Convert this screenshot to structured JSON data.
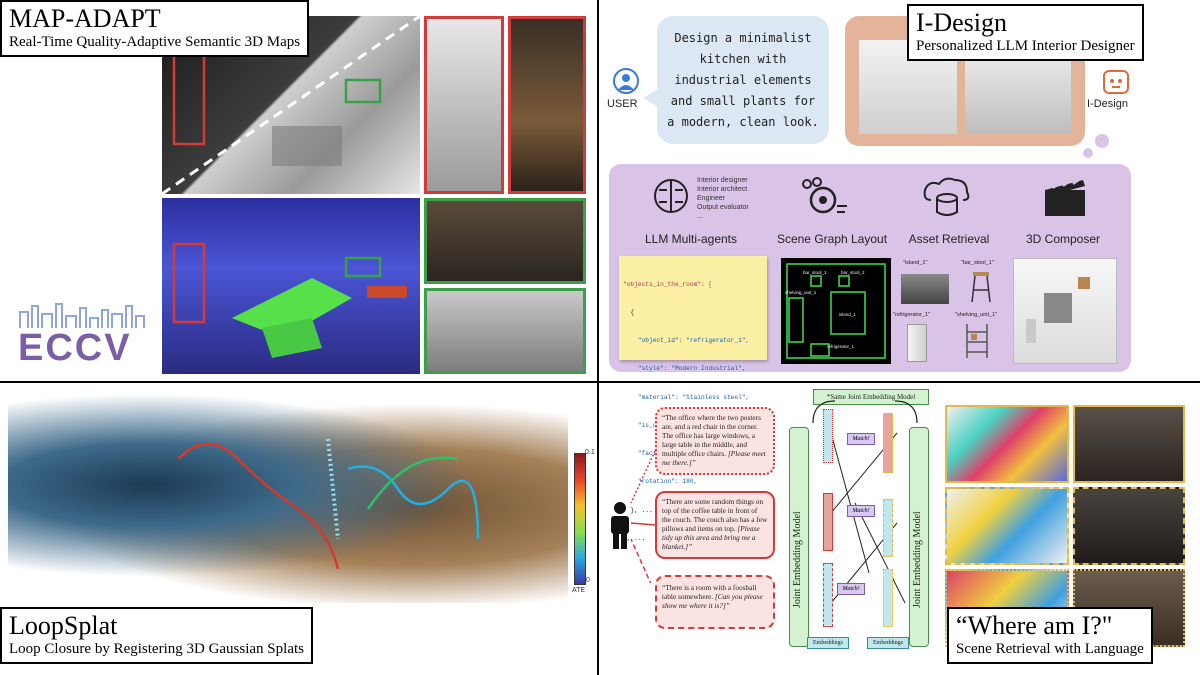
{
  "panels": {
    "map_adapt": {
      "title": "MAP-ADAPT",
      "subtitle": "Real-Time Quality-Adaptive Semantic 3D Maps"
    },
    "i_design": {
      "title": "I-Design",
      "subtitle": "Personalized LLM Interior Designer",
      "user_label": "USER",
      "bot_label": "I-Design",
      "prompt_lines": [
        "Design a minimalist",
        "kitchen with",
        "industrial elements",
        "and small plants for",
        "a modern, clean look."
      ],
      "roles": [
        "Interior designer",
        "Interior architect",
        "Engineer",
        "Output evaluator",
        "..."
      ],
      "stages": [
        "LLM Multi-agents",
        "Scene Graph Layout",
        "Asset Retrieval",
        "3D Composer"
      ],
      "code_lines": [
        "\"objects_in_the_room\": [",
        "  {",
        "    \"object_id\": \"refrigerator_1\",",
        "    \"style\": \"Modern Industrial\",",
        "    \"material\": \"Stainless steel\",",
        "    \"is_on_the_floor\": true,",
        "    \"facing_object\": \"south_wall\",",
        "    \"rotation\": 180,",
        "  }, ...",
        "], ..."
      ],
      "layout_labels": [
        "bar_stool_1",
        "bar_stool_2",
        "shelving_unit_1",
        "island_1",
        "refrigerator_1"
      ],
      "asset_labels": [
        "\"island_1\"",
        "\"bar_stool_1\"",
        "\"refrigerator_1\"",
        "\"shelving_unit_1\""
      ]
    },
    "loopsplat": {
      "title": "LoopSplat",
      "subtitle": "Loop Closure by Registering 3D Gaussian Splats",
      "colorbar_top": "0.1",
      "colorbar_bottom": "0",
      "colorbar_label": "ATE"
    },
    "where_am_i": {
      "title": "“Where am I?\"",
      "subtitle": "Scene Retrieval with Language",
      "same_model": "*Same Joint Embedding Model",
      "joint_model": "Joint Embedding Model",
      "embeddings": "Embeddings",
      "match": "Match!",
      "queries": [
        {
          "text": "“The office where the two posters are, and a red chair in the corner. The office has large windows, a large table in the middle, and multiple office chairs.",
          "ital": "[Please meet me there.]”"
        },
        {
          "text": "“There are some random things on top of the coffee table in front of the couch. The couch also has a few pillows and items on top.",
          "ital": "[Please tidy up this area and bring me a blanket.]”"
        },
        {
          "text": "“There is a room with a foosball table somewhere.",
          "ital": "[Can you please show me where it is?]”"
        }
      ]
    }
  },
  "logo": {
    "text": "ECCV"
  }
}
